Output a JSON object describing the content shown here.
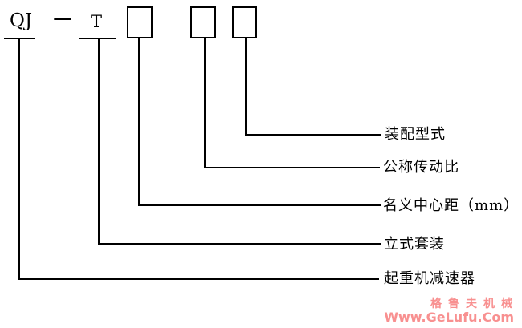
{
  "colors": {
    "line": "#000000",
    "watermark": "#f89090",
    "background": "#ffffff"
  },
  "model_code": {
    "prefix": "QJ",
    "dash": "—",
    "type": "T",
    "blank_boxes": 3
  },
  "labels": {
    "assembly_type": "装配型式",
    "nominal_ratio": "公称传动比",
    "nominal_center_distance": "名义中心距（mm）",
    "vertical_set": "立式套装",
    "crane_reducer": "起重机减速器"
  },
  "watermark": {
    "brand": "格鲁夫机械",
    "url": "Www.GeLufu.Com"
  }
}
